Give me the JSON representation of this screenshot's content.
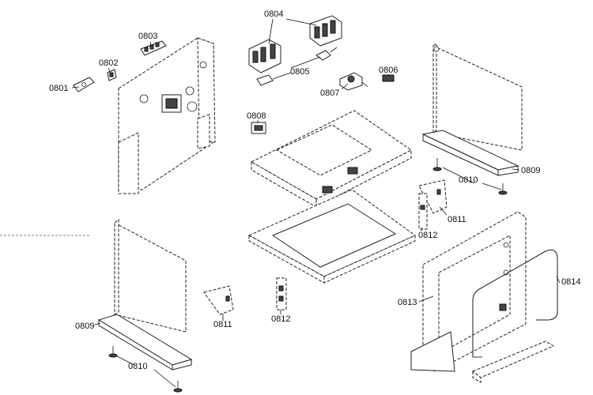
{
  "labels": {
    "p0801": "0801",
    "p0802": "0802",
    "p0803": "0803",
    "p0804": "0804",
    "p0805": "0805",
    "p0806": "0806",
    "p0807": "0807",
    "p0808": "0808",
    "p0809_right": "0809",
    "p0810_right": "0810",
    "p0811_right": "0811",
    "p0812_right": "0812",
    "p0813": "0813",
    "p0814": "0814",
    "p0809_left": "0809",
    "p0810_left": "0810",
    "p0811_left": "0811",
    "p0812_left": "0812"
  }
}
